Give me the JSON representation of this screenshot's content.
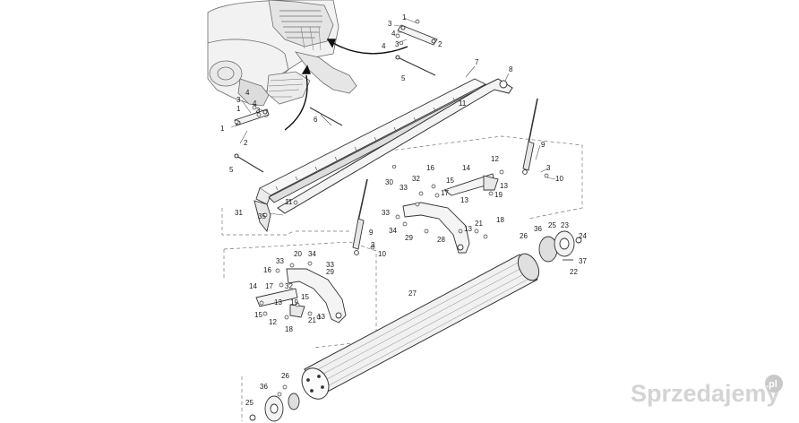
{
  "diagram": {
    "labels": [
      {
        "id": "t-1a",
        "text": "1"
      },
      {
        "id": "t-3a",
        "text": "3"
      },
      {
        "id": "t-2a",
        "text": "2"
      },
      {
        "id": "t-4a",
        "text": "4"
      },
      {
        "id": "t-4b",
        "text": "4"
      },
      {
        "id": "t-3b",
        "text": "3"
      },
      {
        "id": "t-5a",
        "text": "5"
      },
      {
        "id": "t-7",
        "text": "7"
      },
      {
        "id": "t-8",
        "text": "8"
      },
      {
        "id": "t-3c",
        "text": "3"
      },
      {
        "id": "t-4c",
        "text": "4"
      },
      {
        "id": "t-4d",
        "text": "4"
      },
      {
        "id": "t-3d",
        "text": "3"
      },
      {
        "id": "t-1b",
        "text": "1"
      },
      {
        "id": "t-1c",
        "text": "1"
      },
      {
        "id": "t-2b",
        "text": "2"
      },
      {
        "id": "t-6",
        "text": "6"
      },
      {
        "id": "t-11a",
        "text": "11"
      },
      {
        "id": "t-9a",
        "text": "9"
      },
      {
        "id": "t-5b",
        "text": "5"
      },
      {
        "id": "t-16a",
        "text": "16"
      },
      {
        "id": "t-14a",
        "text": "14"
      },
      {
        "id": "t-12a",
        "text": "12"
      },
      {
        "id": "t-3e",
        "text": "3"
      },
      {
        "id": "t-10a",
        "text": "10"
      },
      {
        "id": "t-30",
        "text": "30"
      },
      {
        "id": "t-32a",
        "text": "32"
      },
      {
        "id": "t-15a",
        "text": "15"
      },
      {
        "id": "t-33a",
        "text": "33"
      },
      {
        "id": "t-17a",
        "text": "17"
      },
      {
        "id": "t-13a",
        "text": "13"
      },
      {
        "id": "t-19a",
        "text": "19"
      },
      {
        "id": "t-11b",
        "text": "11"
      },
      {
        "id": "t-13b",
        "text": "13"
      },
      {
        "id": "t-31",
        "text": "31"
      },
      {
        "id": "t-35",
        "text": "35"
      },
      {
        "id": "t-33b",
        "text": "33"
      },
      {
        "id": "t-21a",
        "text": "21"
      },
      {
        "id": "t-18a",
        "text": "18"
      },
      {
        "id": "t-34a",
        "text": "34"
      },
      {
        "id": "t-29a",
        "text": "29"
      },
      {
        "id": "t-13c",
        "text": "13"
      },
      {
        "id": "t-28",
        "text": "28"
      },
      {
        "id": "t-9b",
        "text": "9"
      },
      {
        "id": "t-3f",
        "text": "3"
      },
      {
        "id": "t-10b",
        "text": "10"
      },
      {
        "id": "t-36a",
        "text": "36"
      },
      {
        "id": "t-25a",
        "text": "25"
      },
      {
        "id": "t-23",
        "text": "23"
      },
      {
        "id": "t-26a",
        "text": "26"
      },
      {
        "id": "t-24",
        "text": "24"
      },
      {
        "id": "t-37",
        "text": "37"
      },
      {
        "id": "t-22",
        "text": "22"
      },
      {
        "id": "t-20",
        "text": "20"
      },
      {
        "id": "t-34b",
        "text": "34"
      },
      {
        "id": "t-33c",
        "text": "33"
      },
      {
        "id": "t-33d",
        "text": "33"
      },
      {
        "id": "t-29b",
        "text": "29"
      },
      {
        "id": "t-16b",
        "text": "16"
      },
      {
        "id": "t-32b",
        "text": "32"
      },
      {
        "id": "t-14b",
        "text": "14"
      },
      {
        "id": "t-17b",
        "text": "17"
      },
      {
        "id": "t-15b",
        "text": "15"
      },
      {
        "id": "t-13d",
        "text": "13"
      },
      {
        "id": "t-19b",
        "text": "19"
      },
      {
        "id": "t-15c",
        "text": "15"
      },
      {
        "id": "t-12b",
        "text": "12"
      },
      {
        "id": "t-13e",
        "text": "13"
      },
      {
        "id": "t-21b",
        "text": "21"
      },
      {
        "id": "t-18b",
        "text": "18"
      },
      {
        "id": "t-27",
        "text": "27"
      },
      {
        "id": "t-26b",
        "text": "26"
      },
      {
        "id": "t-36b",
        "text": "36"
      },
      {
        "id": "t-25b",
        "text": "25"
      }
    ]
  },
  "watermark": {
    "text": "Sprzedajemy",
    "badge": ".pl"
  }
}
